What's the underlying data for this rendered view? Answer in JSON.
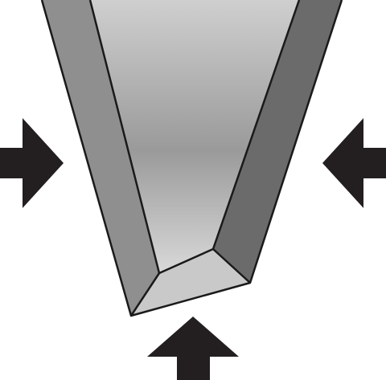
{
  "diagram": {
    "colors": {
      "background": "#ffffff",
      "outline": "#1a1a1a",
      "arrow": "#231f20",
      "left_wall": "#8f8f8f",
      "right_wall": "#6b6b6b",
      "bottom_face": "#c9c9c9",
      "groove_top": "#cfcfcf",
      "groove_mid": "#9a9a9a",
      "groove_bottom": "#d9d9d9"
    },
    "arrows": [
      {
        "name": "left-arrow-icon",
        "direction": "right"
      },
      {
        "name": "right-arrow-icon",
        "direction": "left"
      },
      {
        "name": "bottom-arrow-icon",
        "direction": "up"
      }
    ]
  }
}
